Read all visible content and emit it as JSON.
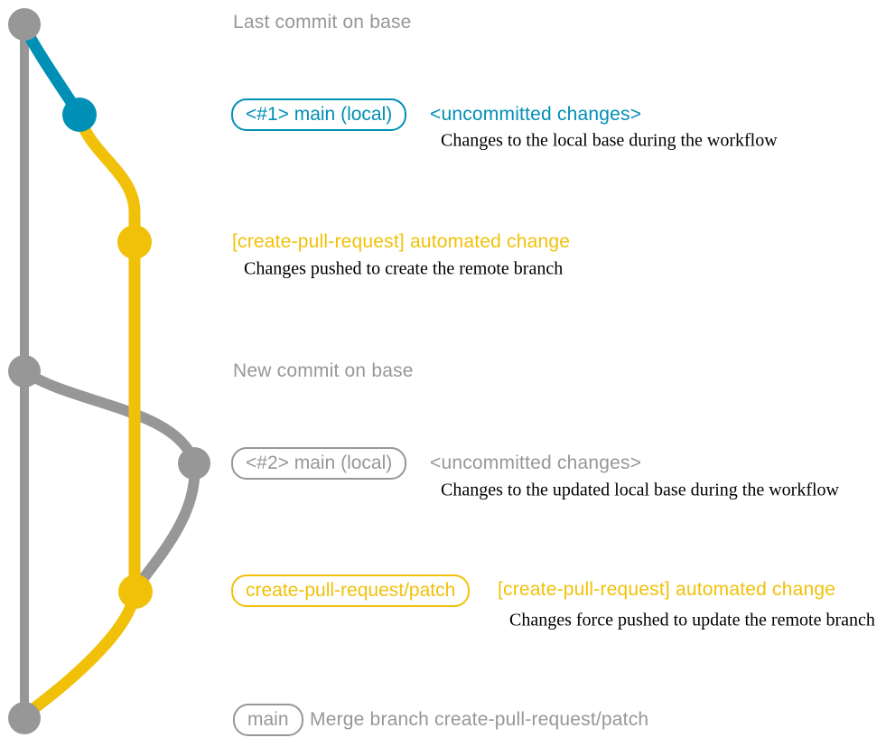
{
  "colors": {
    "gray": "#979797",
    "teal": "#008fb5",
    "yellow": "#f1c109",
    "description_text": "#000000"
  },
  "graph": {
    "branches": [
      {
        "name": "base",
        "color_key": "gray"
      },
      {
        "name": "main-local-1",
        "color_key": "teal"
      },
      {
        "name": "create-pull-request-patch",
        "color_key": "yellow"
      },
      {
        "name": "main-local-2",
        "color_key": "gray"
      }
    ],
    "commit_dots": [
      {
        "id": "last-commit-on-base",
        "color_key": "gray"
      },
      {
        "id": "uncommitted-changes-1",
        "color_key": "teal"
      },
      {
        "id": "automated-change-1",
        "color_key": "yellow"
      },
      {
        "id": "new-commit-on-base",
        "color_key": "gray"
      },
      {
        "id": "uncommitted-changes-2",
        "color_key": "gray"
      },
      {
        "id": "automated-change-2",
        "color_key": "yellow"
      },
      {
        "id": "merge-commit",
        "color_key": "gray"
      }
    ]
  },
  "rows": {
    "last_commit": {
      "label": "Last commit on base"
    },
    "commit1": {
      "badge": "<#1> main (local)",
      "label": "<uncommitted changes>",
      "desc": "Changes to the local base during the workflow"
    },
    "commit2": {
      "label": "[create-pull-request] automated change",
      "desc": "Changes pushed to create the remote branch"
    },
    "new_commit": {
      "label": "New commit on base"
    },
    "commit3": {
      "badge": "<#2> main (local)",
      "label": "<uncommitted changes>",
      "desc": "Changes to the updated local base during the workflow"
    },
    "commit4": {
      "badge": "create-pull-request/patch",
      "label": "[create-pull-request] automated change",
      "desc": "Changes force pushed to update the remote branch"
    },
    "merge_commit": {
      "badge": "main",
      "label": "Merge branch create-pull-request/patch"
    }
  }
}
